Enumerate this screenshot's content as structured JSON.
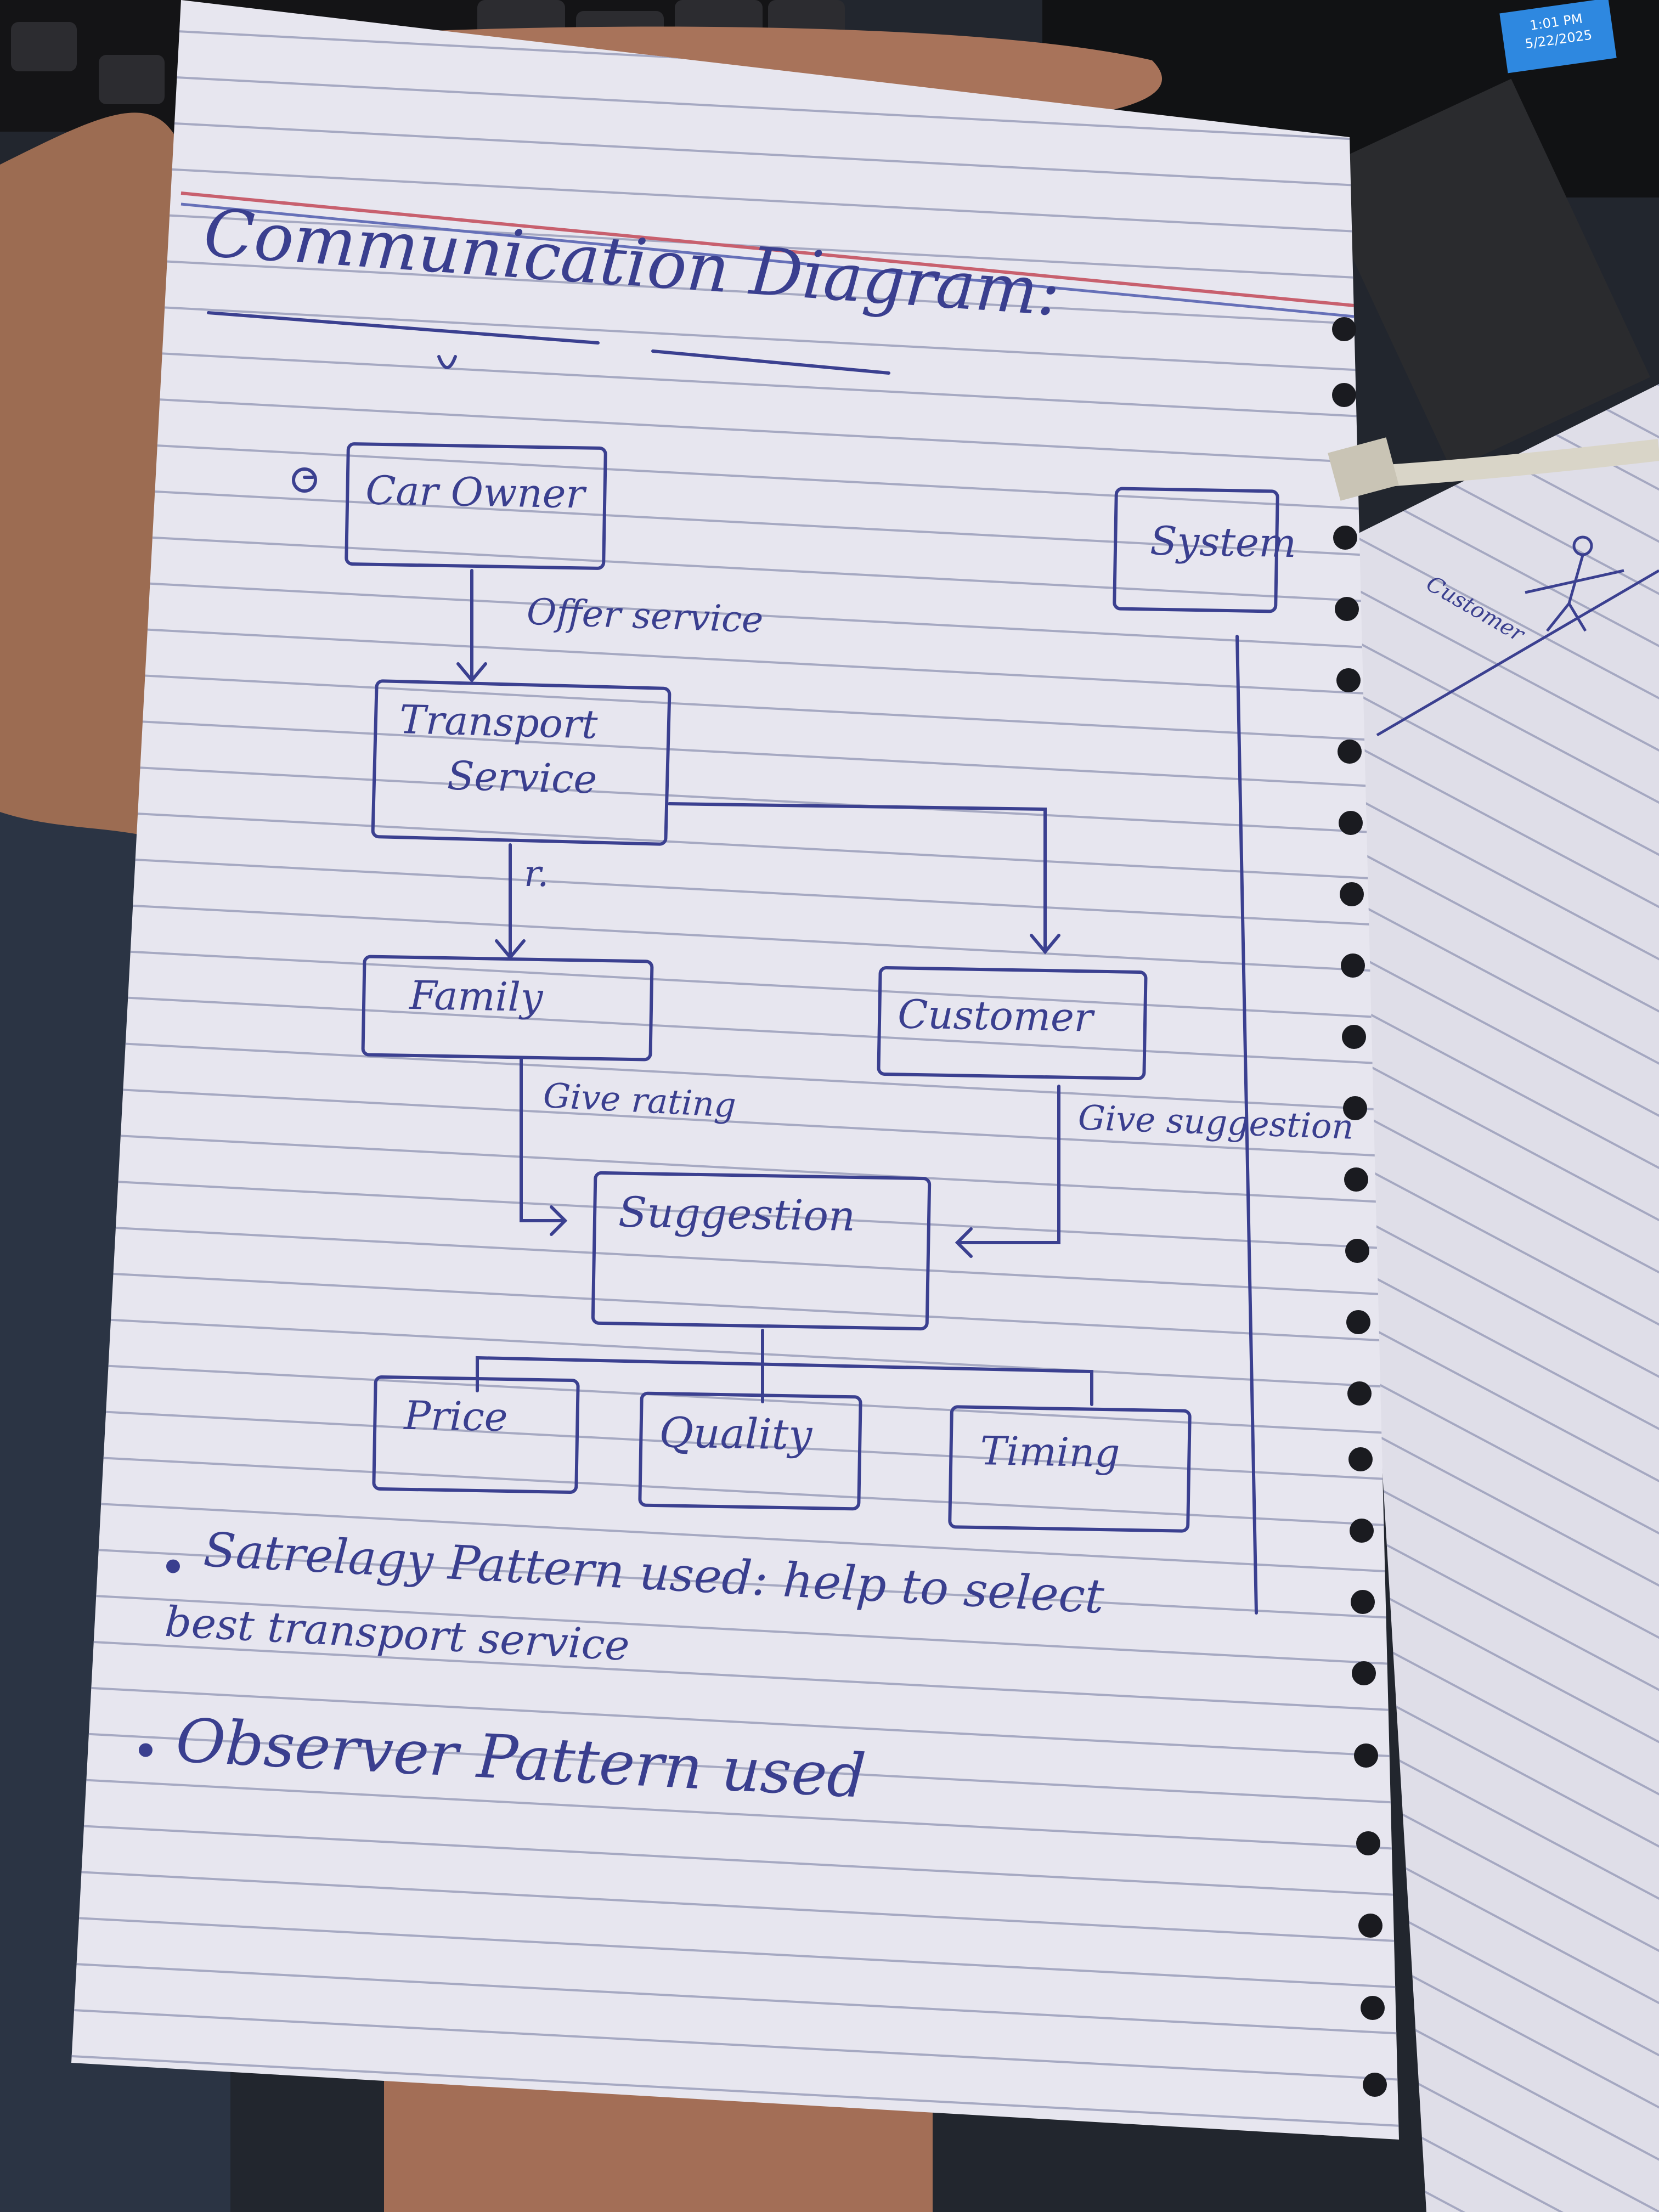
{
  "title": "Communication Diagram:",
  "diagram": {
    "nodes": {
      "car_owner": "Car Owner",
      "system": "System",
      "transport_service_line1": "Transport",
      "transport_service_line2": "Service",
      "family": "Family",
      "customer": "Customer",
      "suggestion": "Suggestion",
      "price": "Price",
      "quality": "Quality",
      "timing": "Timing"
    },
    "edge_labels": {
      "offer_service": "Offer service",
      "r_mark": "r.",
      "give_rating": "Give rating",
      "give_suggestion": "Give suggestion"
    },
    "edges": [
      {
        "from": "Car Owner",
        "to": "Transport Service",
        "label": "Offer service"
      },
      {
        "from": "Transport Service",
        "to": "Family",
        "label": "r."
      },
      {
        "from": "Transport Service",
        "to": "Customer",
        "label": ""
      },
      {
        "from": "Family",
        "to": "Suggestion",
        "label": "Give rating"
      },
      {
        "from": "Customer",
        "to": "Suggestion",
        "label": "Give suggestion"
      },
      {
        "from": "Suggestion",
        "to": "Price",
        "label": ""
      },
      {
        "from": "Suggestion",
        "to": "Quality",
        "label": ""
      },
      {
        "from": "Suggestion",
        "to": "Timing",
        "label": ""
      }
    ]
  },
  "notes": {
    "strategy_line1": "Satrelagy Pattern used: help to select",
    "strategy_line2": "best transport service",
    "observer": "Observer Pattern used"
  },
  "side_page_text": "Customer",
  "taskbar": {
    "time": "1:01 PM",
    "date": "5/22/2025"
  },
  "colors": {
    "ink": "#3b4090",
    "paper": "#e7e6ef",
    "rule_line": "#a6a9c2",
    "margin_red": "#c8606e",
    "margin_blue": "#6670b8"
  }
}
